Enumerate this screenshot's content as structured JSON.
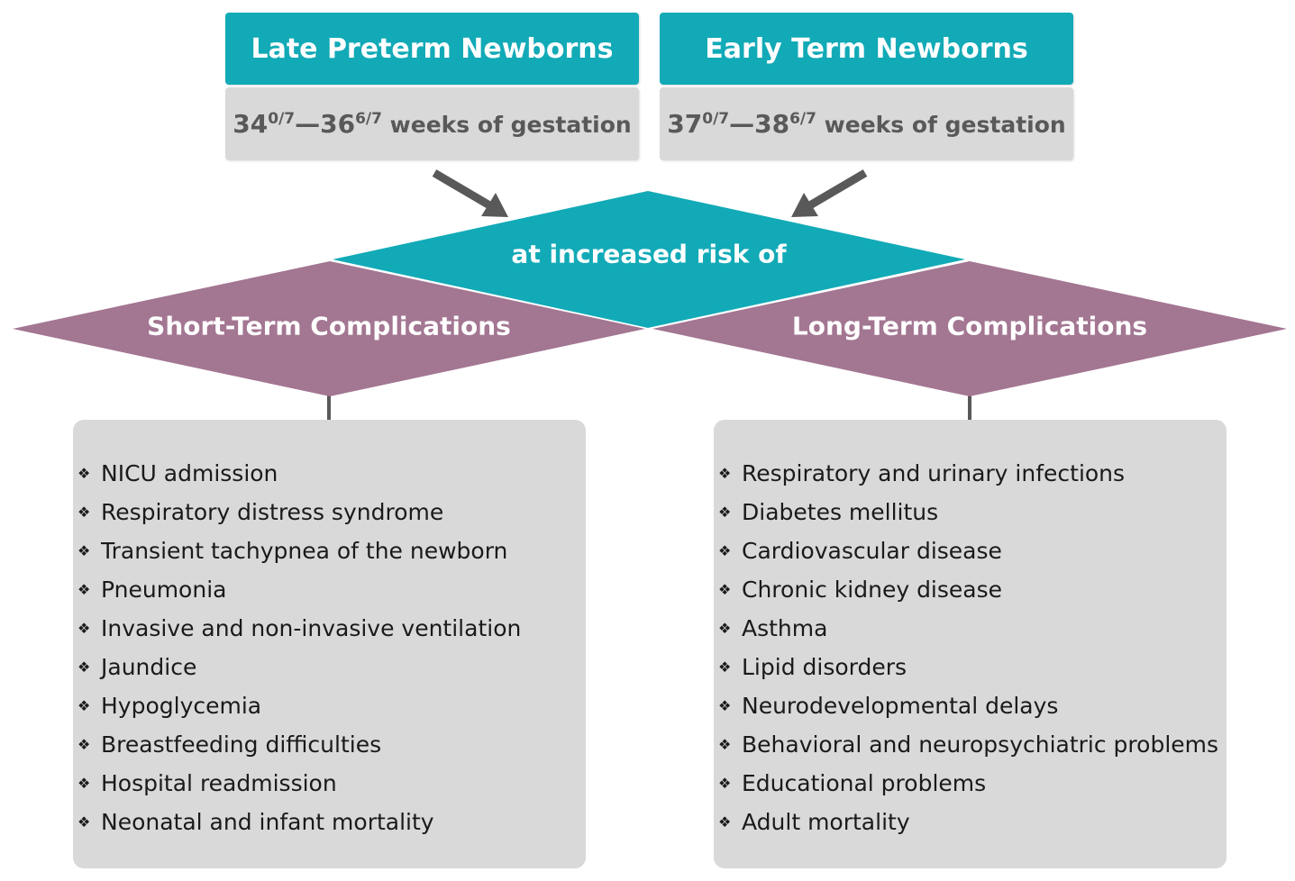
{
  "late_preterm": {
    "title": "Late Preterm Newborns",
    "range_start": "34",
    "range_start_sup": "0/7",
    "range_sep": "—",
    "range_end": "36",
    "range_end_sup": "6/7",
    "range_suffix": " weeks of gestation"
  },
  "early_term": {
    "title": "Early Term Newborns",
    "range_start": "37",
    "range_start_sup": "0/7",
    "range_sep": "—",
    "range_end": "38",
    "range_end_sup": "6/7",
    "range_suffix": " weeks of gestation"
  },
  "center_label": "at increased risk of",
  "short_term": {
    "title": "Short-Term Complications",
    "items": [
      "NICU admission",
      "Respiratory distress syndrome",
      "Transient tachypnea of the newborn",
      "Pneumonia",
      "Invasive and non-invasive ventilation",
      "Jaundice",
      "Hypoglycemia",
      "Breastfeeding difficulties",
      "Hospital readmission",
      "Neonatal and infant mortality"
    ]
  },
  "long_term": {
    "title": "Long-Term Complications",
    "items": [
      "Respiratory and urinary infections",
      "Diabetes mellitus",
      "Cardiovascular disease",
      "Chronic kidney disease",
      "Asthma",
      "Lipid disorders",
      "Neurodevelopmental delays",
      "Behavioral and neuropsychiatric problems",
      "Educational problems",
      "Adult mortality"
    ]
  },
  "bullet_glyph": "❖",
  "colors": {
    "teal": "#12aab7",
    "mauve": "#a37692",
    "gray_box": "#d9d9d9",
    "arrow": "#595959"
  }
}
